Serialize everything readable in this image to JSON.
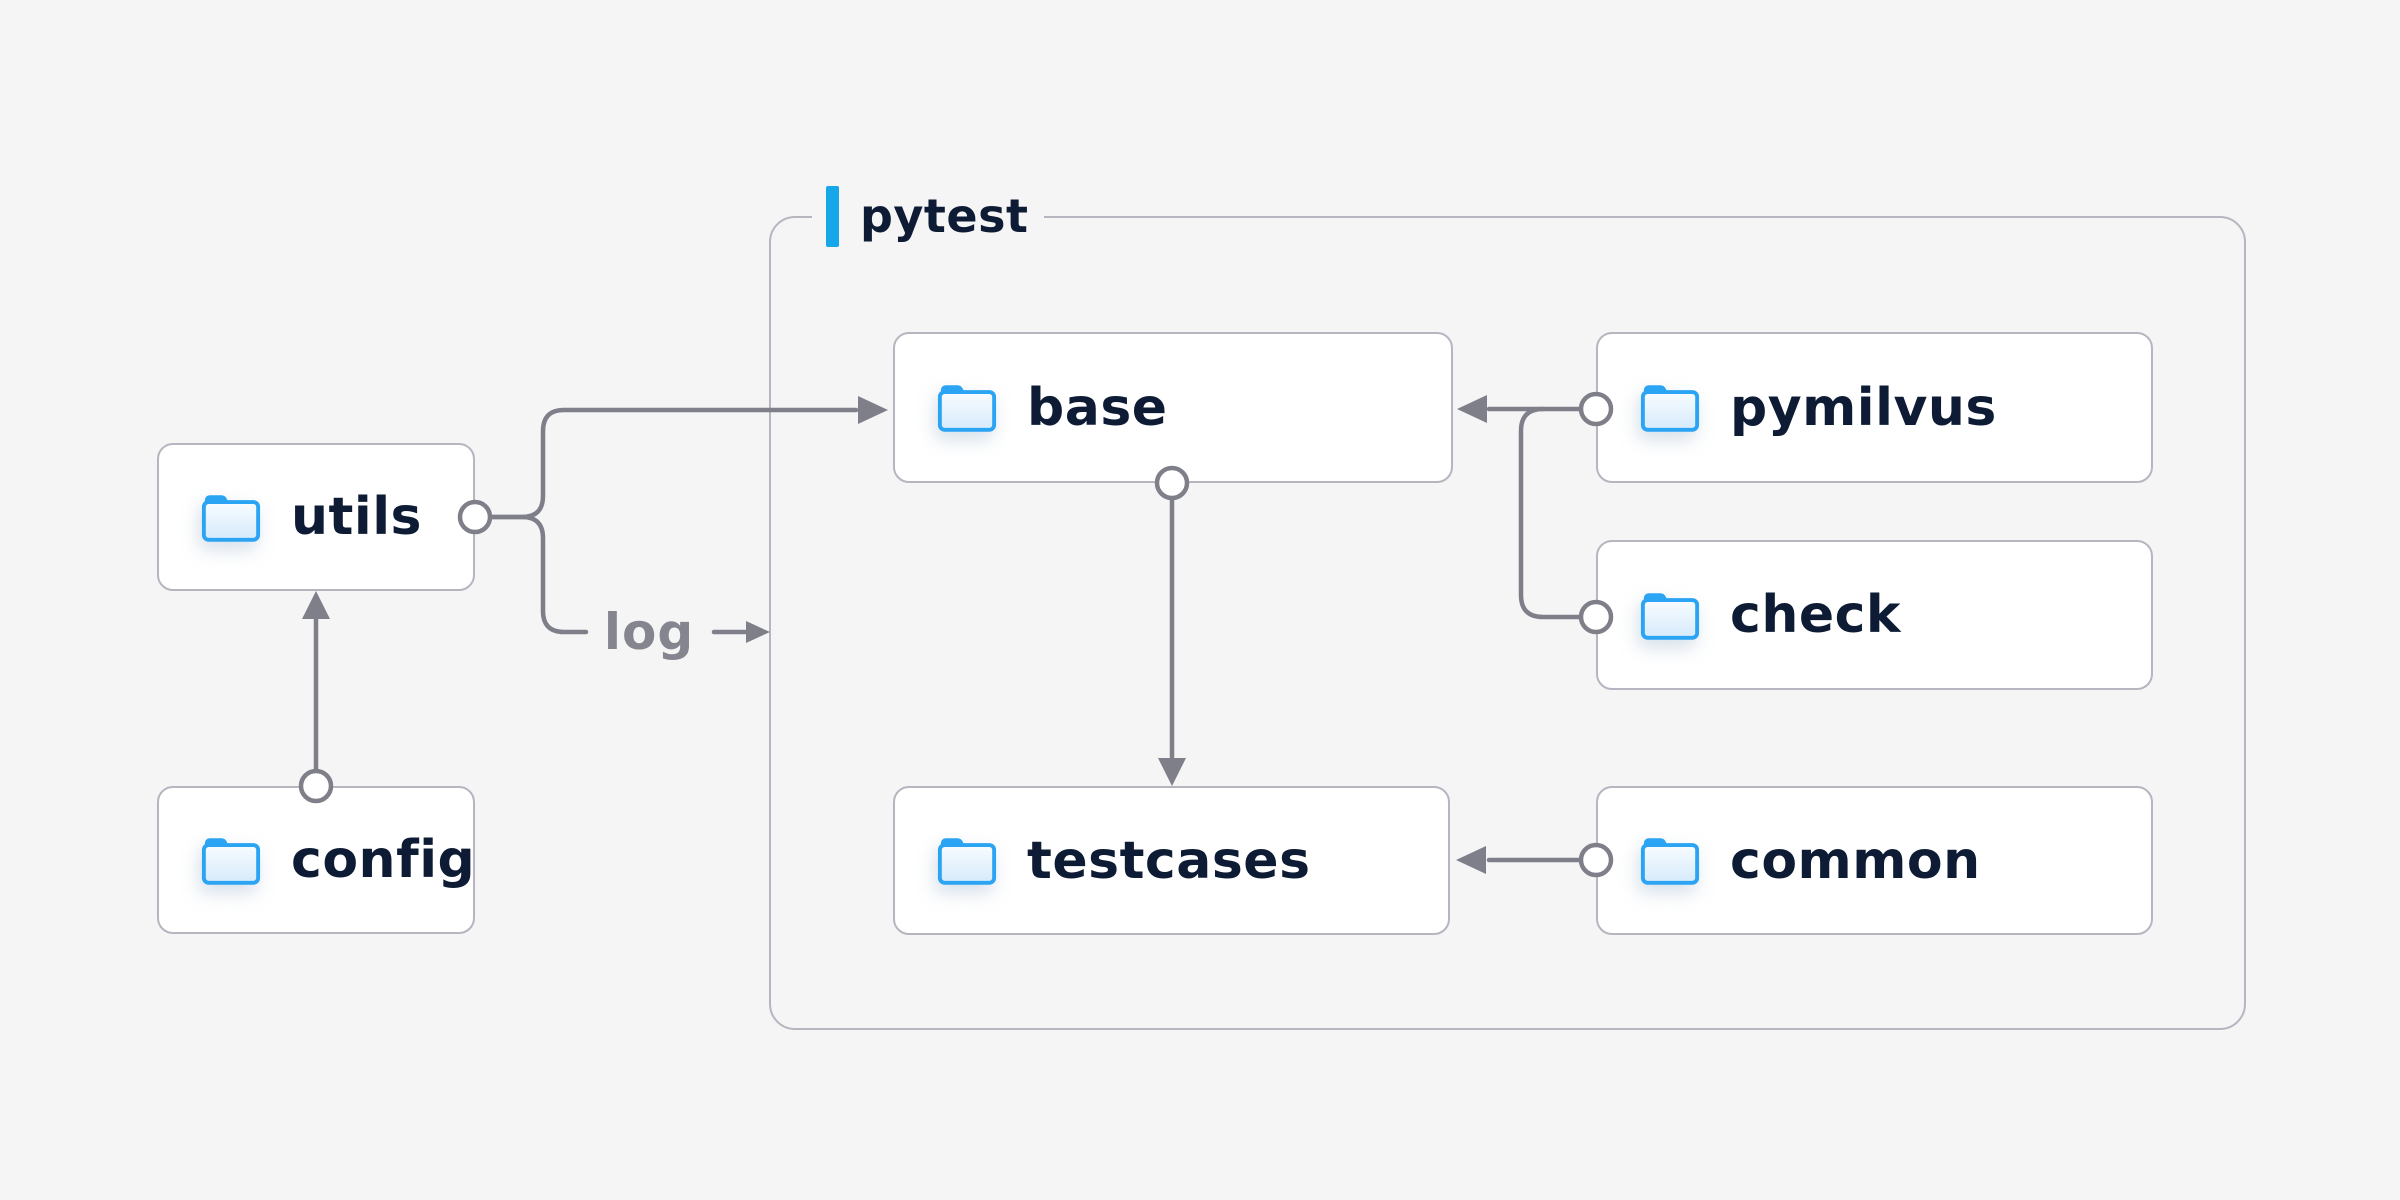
{
  "diagram": {
    "group": {
      "label": "pytest"
    },
    "nodes": [
      {
        "id": "utils",
        "label": "utils",
        "icon": "folder-icon",
        "in_group": false
      },
      {
        "id": "config",
        "label": "config",
        "icon": "folder-icon",
        "in_group": false
      },
      {
        "id": "base",
        "label": "base",
        "icon": "folder-icon",
        "in_group": true
      },
      {
        "id": "pymilvus",
        "label": "pymilvus",
        "icon": "folder-icon",
        "in_group": true
      },
      {
        "id": "check",
        "label": "check",
        "icon": "folder-icon",
        "in_group": true
      },
      {
        "id": "testcases",
        "label": "testcases",
        "icon": "folder-icon",
        "in_group": true
      },
      {
        "id": "common",
        "label": "common",
        "icon": "folder-icon",
        "in_group": true
      }
    ],
    "edge_label": "log",
    "edges": [
      {
        "from": "config",
        "to": "utils",
        "style": "arrow"
      },
      {
        "from": "utils",
        "to": "base",
        "style": "arrow"
      },
      {
        "from": "utils",
        "to": "pytest-group",
        "style": "arrow",
        "label": "log"
      },
      {
        "from": "base",
        "to": "testcases",
        "style": "arrow"
      },
      {
        "from": "pymilvus",
        "to": "base",
        "style": "arrow"
      },
      {
        "from": "check",
        "to": "base",
        "style": "arrow"
      },
      {
        "from": "common",
        "to": "testcases",
        "style": "arrow"
      }
    ]
  },
  "colors": {
    "background": "#f5f5f6",
    "box-bg": "#ffffff",
    "box-border": "#b6b5c0",
    "line": "#7f7f8a",
    "text": "#0d1b34",
    "muted-text": "#85858f",
    "accent": "#16a7e9",
    "folder-blue": "#2ba4f3"
  }
}
